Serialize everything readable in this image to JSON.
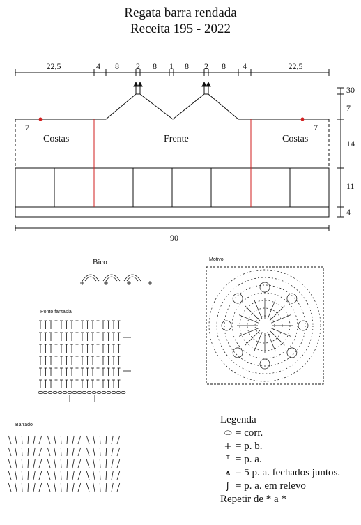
{
  "title": "Regata barra rendada",
  "subtitle": "Receita 195 - 2022",
  "top_measures": [
    "22,5",
    "4",
    "8",
    "2",
    "8",
    "1",
    "8",
    "2",
    "8",
    "4",
    "22,5"
  ],
  "side_measures": [
    "30",
    "7",
    "14",
    "11",
    "4"
  ],
  "bottom_measure": "90",
  "corner_left": "7",
  "corner_right": "7",
  "panels": {
    "back_left": "Costas",
    "front": "Frente",
    "back_right": "Costas"
  },
  "charts": {
    "bico": "Bico",
    "motivo": "Motivo",
    "ponto_fantasia": "Ponto fantasia",
    "barrado": "Barrado"
  },
  "legend": {
    "title": "Legenda",
    "items": [
      {
        "icon": "chain-icon",
        "text": "= corr."
      },
      {
        "icon": "single-crochet-icon",
        "text": "= p. b."
      },
      {
        "icon": "double-crochet-icon",
        "text": "= p. a."
      },
      {
        "icon": "cluster-icon",
        "text": "= 5 p. a. fechados juntos."
      },
      {
        "icon": "post-stitch-icon",
        "text": "= p. a. em relevo"
      }
    ],
    "repeat": "Repetir de * a *"
  },
  "colors": {
    "line": "#111111",
    "accent": "#d21f1f"
  }
}
